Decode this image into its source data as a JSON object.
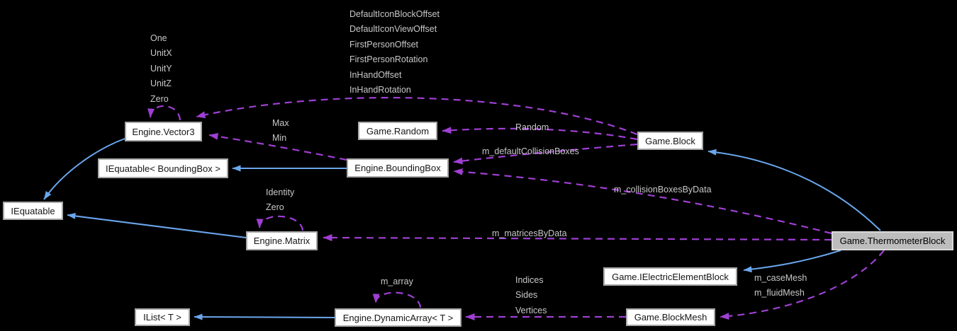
{
  "diagram_type": "collaboration-graph",
  "focus_node": "Game.ThermometerBlock",
  "colors": {
    "background": "#000000",
    "inheritance_edge": "#6aa7ee",
    "usage_edge": "#9f3fd3",
    "node_fill": "#ffffff",
    "node_border": "#a8a8a8",
    "node_text": "#161616",
    "highlight_fill": "#bdbdbd",
    "highlight_border": "#d8d8d8",
    "edge_label_text": "#c8c8c8"
  },
  "nodes": [
    {
      "id": "engine-vector3",
      "label": "Engine.Vector3",
      "highlighted": false
    },
    {
      "id": "game-random",
      "label": "Game.Random",
      "highlighted": false
    },
    {
      "id": "game-block",
      "label": "Game.Block",
      "highlighted": false
    },
    {
      "id": "iequatable-boundingbox",
      "label": "IEquatable< BoundingBox >",
      "highlighted": false
    },
    {
      "id": "engine-boundingbox",
      "label": "Engine.BoundingBox",
      "highlighted": false
    },
    {
      "id": "iequatable",
      "label": "IEquatable",
      "highlighted": false
    },
    {
      "id": "engine-matrix",
      "label": "Engine.Matrix",
      "highlighted": false
    },
    {
      "id": "game-thermometerblock",
      "label": "Game.ThermometerBlock",
      "highlighted": true
    },
    {
      "id": "game-ielectricelementblock",
      "label": "Game.IElectricElementBlock",
      "highlighted": false
    },
    {
      "id": "game-blockmesh",
      "label": "Game.BlockMesh",
      "highlighted": false
    },
    {
      "id": "ilist-t",
      "label": "IList< T >",
      "highlighted": false
    },
    {
      "id": "engine-dynamicarray-t",
      "label": "Engine.DynamicArray< T >",
      "highlighted": false
    }
  ],
  "edge_labels": {
    "vector3_self": [
      "One",
      "UnitX",
      "UnitY",
      "UnitZ",
      "Zero"
    ],
    "block_to_vector3": [
      "DefaultIconBlockOffset",
      "DefaultIconViewOffset",
      "FirstPersonOffset",
      "FirstPersonRotation",
      "InHandOffset",
      "InHandRotation"
    ],
    "boundingbox_to_vector3": [
      "Max",
      "Min"
    ],
    "block_to_random": [
      "Random"
    ],
    "block_to_boundingbox": [
      "m_defaultCollisionBoxes"
    ],
    "thermometer_to_boundingbox": [
      "m_collisionBoxesByData"
    ],
    "matrix_self": [
      "Identity",
      "Zero"
    ],
    "thermometer_to_matrix": [
      "m_matricesByData"
    ],
    "dynamicarray_self": [
      "m_array"
    ],
    "blockmesh_to_dynamicarray": [
      "Indices",
      "Sides",
      "Vertices"
    ],
    "thermometer_to_blockmesh": [
      "m_caseMesh",
      "m_fluidMesh"
    ]
  },
  "edges": [
    {
      "from": "Engine.Vector3",
      "to": "IEquatable",
      "type": "inheritance"
    },
    {
      "from": "Engine.BoundingBox",
      "to": "IEquatable< BoundingBox >",
      "type": "inheritance"
    },
    {
      "from": "Engine.Matrix",
      "to": "IEquatable",
      "type": "inheritance"
    },
    {
      "from": "Engine.DynamicArray< T >",
      "to": "IList< T >",
      "type": "inheritance"
    },
    {
      "from": "Game.ThermometerBlock",
      "to": "Game.Block",
      "type": "inheritance"
    },
    {
      "from": "Game.ThermometerBlock",
      "to": "Game.IElectricElementBlock",
      "type": "inheritance"
    },
    {
      "from": "Engine.Vector3",
      "to": "Engine.Vector3",
      "type": "usage",
      "labels": [
        "One",
        "UnitX",
        "UnitY",
        "UnitZ",
        "Zero"
      ]
    },
    {
      "from": "Game.Block",
      "to": "Engine.Vector3",
      "type": "usage",
      "labels": [
        "DefaultIconBlockOffset",
        "DefaultIconViewOffset",
        "FirstPersonOffset",
        "FirstPersonRotation",
        "InHandOffset",
        "InHandRotation"
      ]
    },
    {
      "from": "Engine.BoundingBox",
      "to": "Engine.Vector3",
      "type": "usage",
      "labels": [
        "Max",
        "Min"
      ]
    },
    {
      "from": "Game.Block",
      "to": "Game.Random",
      "type": "usage",
      "labels": [
        "Random"
      ]
    },
    {
      "from": "Game.Block",
      "to": "Engine.BoundingBox",
      "type": "usage",
      "labels": [
        "m_defaultCollisionBoxes"
      ]
    },
    {
      "from": "Game.ThermometerBlock",
      "to": "Engine.BoundingBox",
      "type": "usage",
      "labels": [
        "m_collisionBoxesByData"
      ]
    },
    {
      "from": "Game.ThermometerBlock",
      "to": "Engine.Matrix",
      "type": "usage",
      "labels": [
        "m_matricesByData"
      ]
    },
    {
      "from": "Engine.Matrix",
      "to": "Engine.Matrix",
      "type": "usage",
      "labels": [
        "Identity",
        "Zero"
      ]
    },
    {
      "from": "Engine.DynamicArray< T >",
      "to": "Engine.DynamicArray< T >",
      "type": "usage",
      "labels": [
        "m_array"
      ]
    },
    {
      "from": "Game.BlockMesh",
      "to": "Engine.DynamicArray< T >",
      "type": "usage",
      "labels": [
        "Indices",
        "Sides",
        "Vertices"
      ]
    },
    {
      "from": "Game.ThermometerBlock",
      "to": "Game.BlockMesh",
      "type": "usage",
      "labels": [
        "m_caseMesh",
        "m_fluidMesh"
      ]
    }
  ]
}
